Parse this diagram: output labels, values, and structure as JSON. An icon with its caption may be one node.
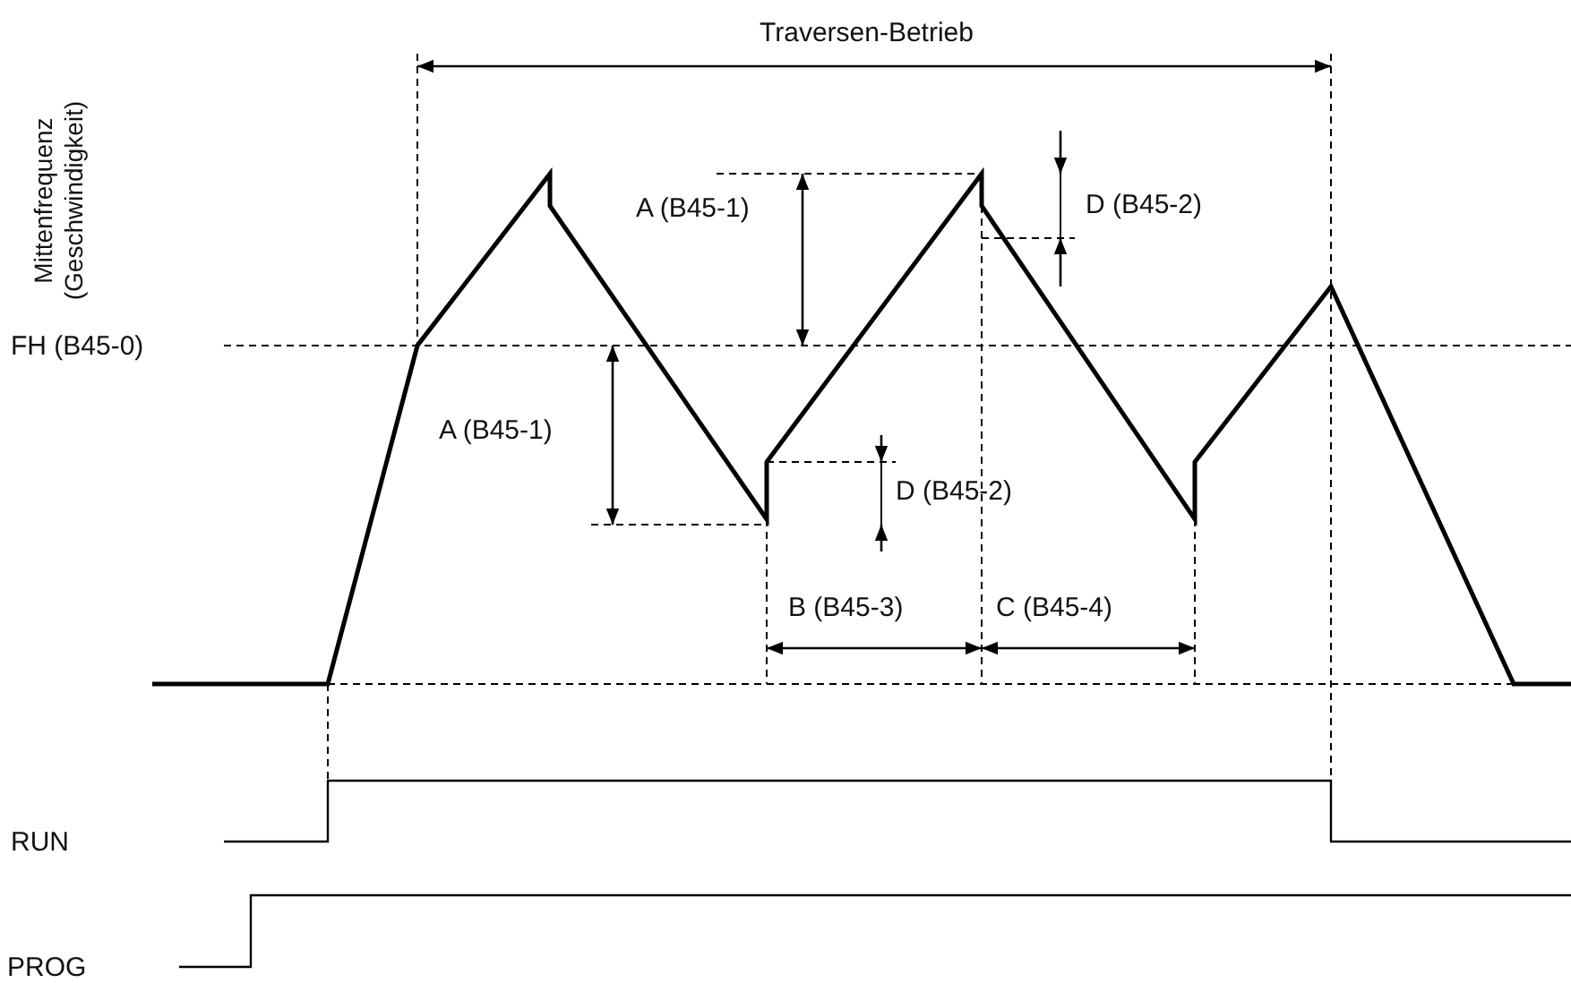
{
  "diagram": {
    "labels": [
      "Traversen-Betrieb",
      "Mittenfrequenz (Geschwindigkeit)",
      "D (B45-2)",
      "A (B45-1)",
      "FH (B45-0)",
      "A (B45-1)",
      "D (B45-2)",
      "B (B45-3)",
      "C (B45-4)",
      "RUN",
      "PROG"
    ]
  }
}
